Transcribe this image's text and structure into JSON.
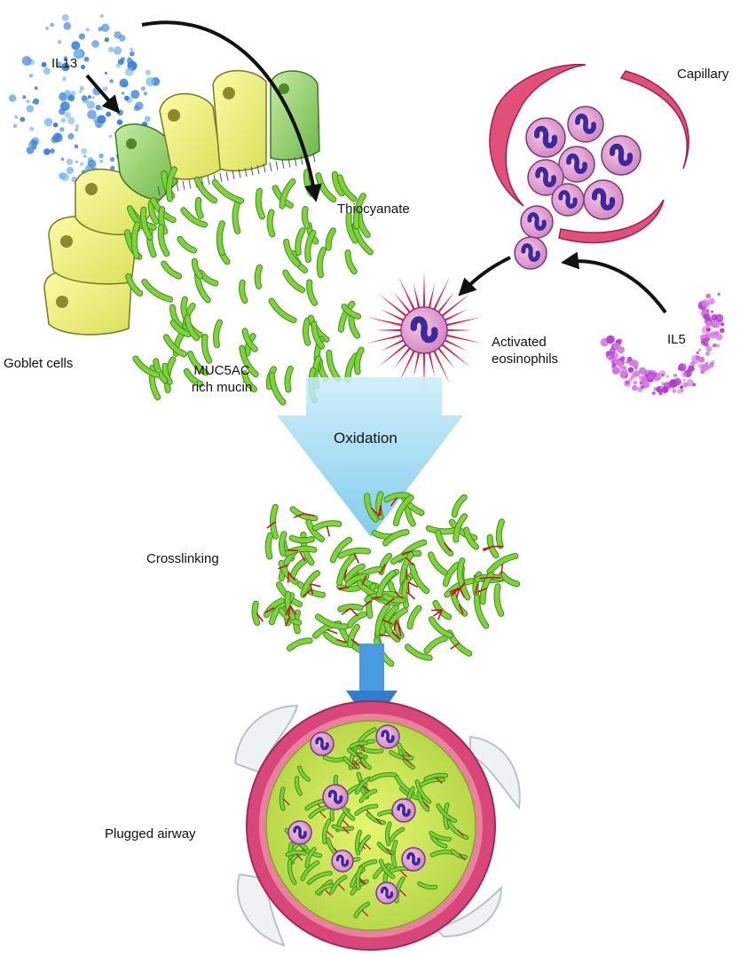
{
  "labels": {
    "il13": "IL13",
    "thiocyanate": "Thiocyanate",
    "capillary": "Capillary",
    "goblet_cells": "Goblet cells",
    "mucin_line1": "MUC5AC",
    "mucin_line2": "rich mucin",
    "activated_line1": "Activated",
    "activated_line2": "eosinophils",
    "il5": "IL5",
    "oxidation": "Oxidation",
    "crosslinking": "Crosslinking",
    "plugged_airway": "Plugged airway"
  },
  "colors": {
    "goblet_yellow": "#f0f07a",
    "goblet_green": "#9fd46a",
    "mucin_green": "#7ed23a",
    "crosslink_red": "#c0182a",
    "capillary_pink": "#e0507a",
    "cell_pink": "#e6a0d0",
    "nucleus_purple": "#3a2a9a",
    "il13_blue": "#3a7fd8",
    "il5_purple": "#b23ad0",
    "arrow_light_blue": "#a8dcf2",
    "arrow_blue": "#3a8ed8",
    "airway_wall": "#d8467a",
    "airway_lumen": "#d2ec5a",
    "cartilage": "#eef2f2"
  },
  "icons": [
    "il13-dots",
    "il5-dots",
    "goblet-cell",
    "mucin-strand",
    "eosinophil",
    "capillary-wall",
    "oxidation-arrow",
    "flow-arrow",
    "airway-cross-section"
  ]
}
